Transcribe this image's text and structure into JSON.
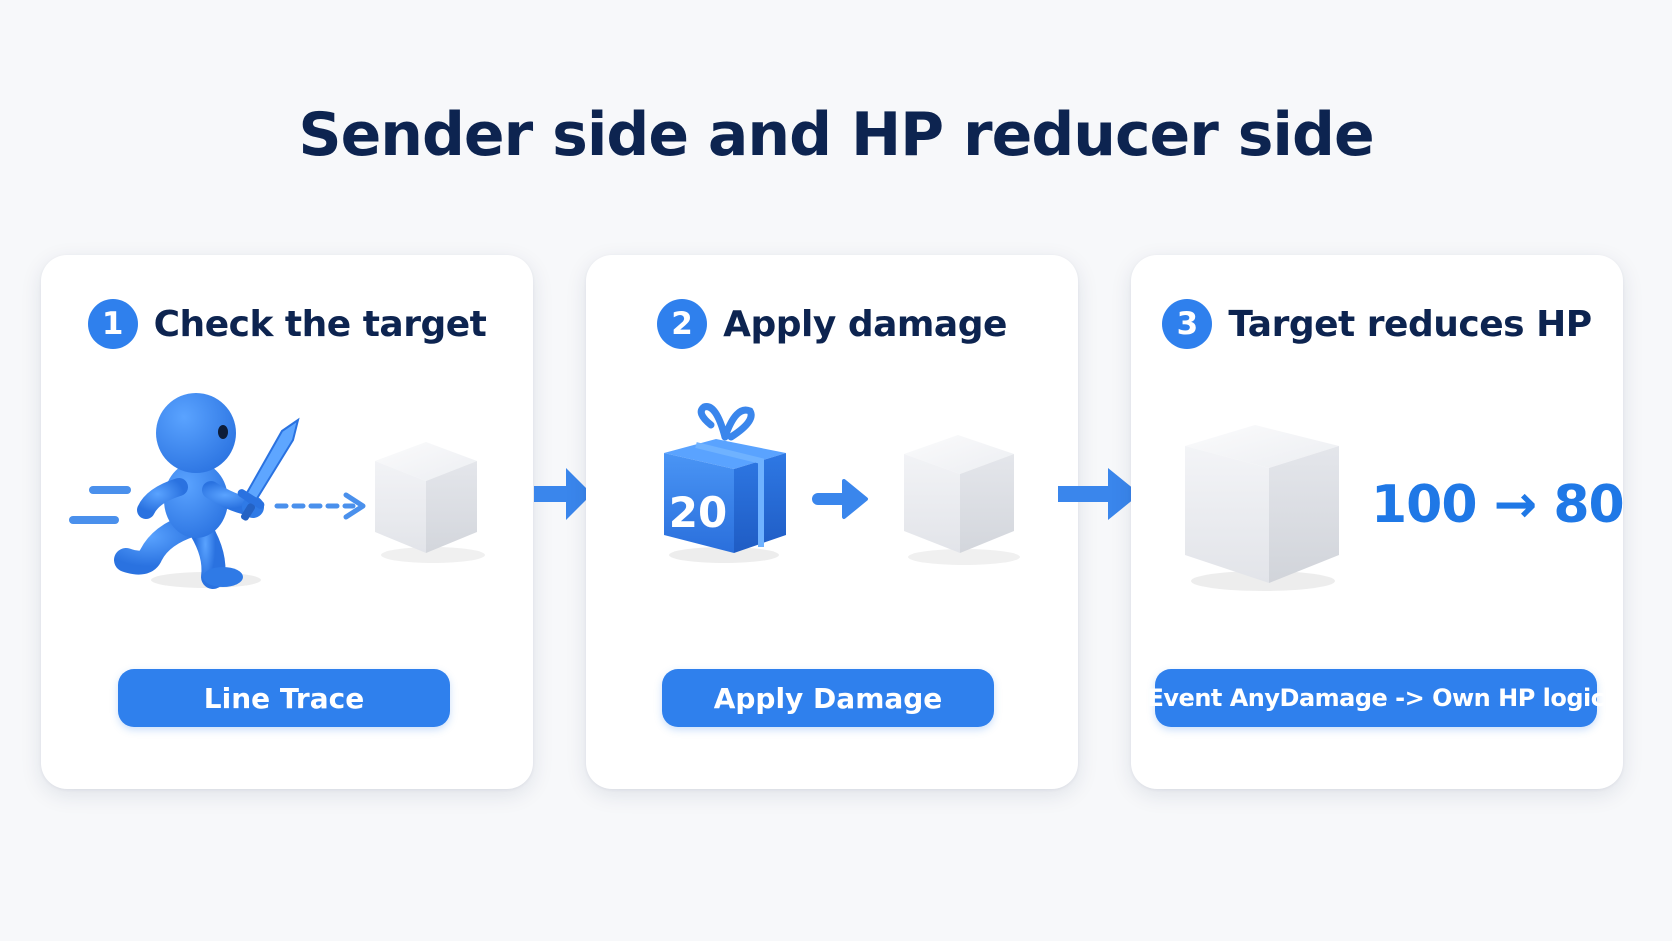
{
  "title": "Sender side and HP reducer side",
  "steps": [
    {
      "number": "1",
      "title": "Check the target",
      "label": "Line Trace"
    },
    {
      "number": "2",
      "title": "Apply damage",
      "label": "Apply Damage",
      "damage_value": "20"
    },
    {
      "number": "3",
      "title": "Target reduces HP",
      "label": "Event AnyDamage -> Own HP logic",
      "hp_change": "100 → 80"
    }
  ],
  "colors": {
    "accent": "#2f80ed",
    "title_text": "#0d2450",
    "hp_text": "#1f78e6",
    "cube": "#eeeff2"
  },
  "icons": [
    "running-character-icon",
    "sword-icon",
    "cube-icon",
    "gift-box-icon",
    "arrow-right-icon"
  ]
}
